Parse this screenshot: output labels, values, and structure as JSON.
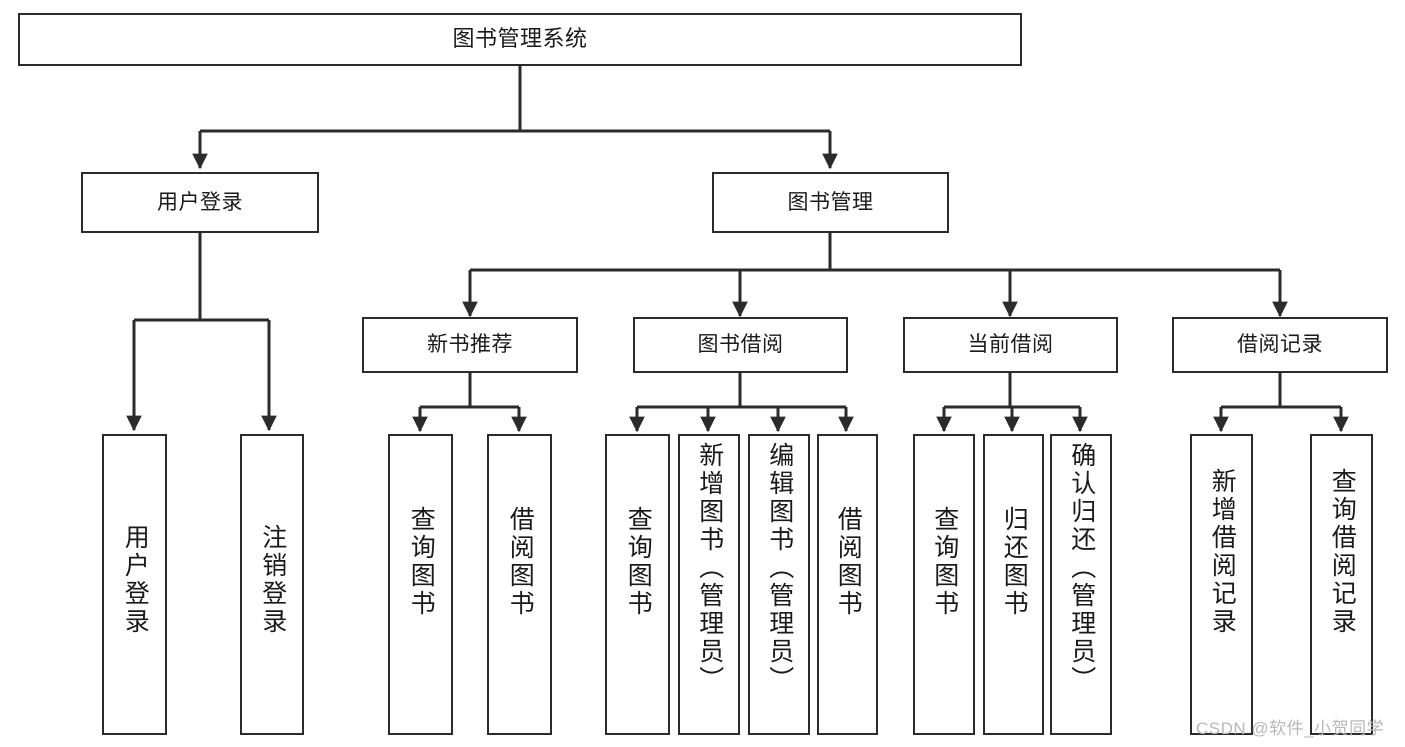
{
  "diagram": {
    "type": "tree",
    "title": "图书管理系统",
    "watermark": "CSDN @软件_小贺同学",
    "colors": {
      "box_border": "#2b2b2b",
      "box_fill": "#ffffff",
      "connector": "#2b2b2b",
      "text": "#1a1a1a",
      "watermark": "#b9b9b9",
      "background": "#ffffff"
    },
    "levels": {
      "level1": "root",
      "level2": "modules",
      "level3": "submodules",
      "level4": "functions"
    },
    "nodes": {
      "root": {
        "label": "图书管理系统"
      },
      "level2": [
        {
          "id": "user-login",
          "label": "用户登录"
        },
        {
          "id": "book-manage",
          "label": "图书管理"
        }
      ],
      "level3": [
        {
          "id": "new-book-recommend",
          "label": "新书推荐",
          "parent": "book-manage"
        },
        {
          "id": "book-borrow",
          "label": "图书借阅",
          "parent": "book-manage"
        },
        {
          "id": "current-borrow",
          "label": "当前借阅",
          "parent": "book-manage"
        },
        {
          "id": "borrow-record",
          "label": "借阅记录",
          "parent": "book-manage"
        }
      ],
      "level4": [
        {
          "id": "leaf-user-login",
          "label": "用户登录",
          "parent": "user-login"
        },
        {
          "id": "leaf-logout-login",
          "label": "注销登录",
          "parent": "user-login"
        },
        {
          "id": "leaf-query-book-1",
          "label": "查询图书",
          "parent": "new-book-recommend"
        },
        {
          "id": "leaf-borrow-book-1",
          "label": "借阅图书",
          "parent": "new-book-recommend"
        },
        {
          "id": "leaf-query-book-2",
          "label": "查询图书",
          "parent": "book-borrow"
        },
        {
          "id": "leaf-add-book",
          "label": "新增图书（管理员）",
          "parent": "book-borrow"
        },
        {
          "id": "leaf-edit-book",
          "label": "编辑图书（管理员）",
          "parent": "book-borrow"
        },
        {
          "id": "leaf-borrow-book-2",
          "label": "借阅图书",
          "parent": "book-borrow"
        },
        {
          "id": "leaf-query-book-3",
          "label": "查询图书",
          "parent": "current-borrow"
        },
        {
          "id": "leaf-return-book",
          "label": "归还图书",
          "parent": "current-borrow"
        },
        {
          "id": "leaf-confirm-return",
          "label": "确认归还（管理员）",
          "parent": "current-borrow"
        },
        {
          "id": "leaf-add-record",
          "label": "新增借阅记录",
          "parent": "borrow-record"
        },
        {
          "id": "leaf-query-record",
          "label": "查询借阅记录",
          "parent": "borrow-record"
        }
      ]
    }
  }
}
